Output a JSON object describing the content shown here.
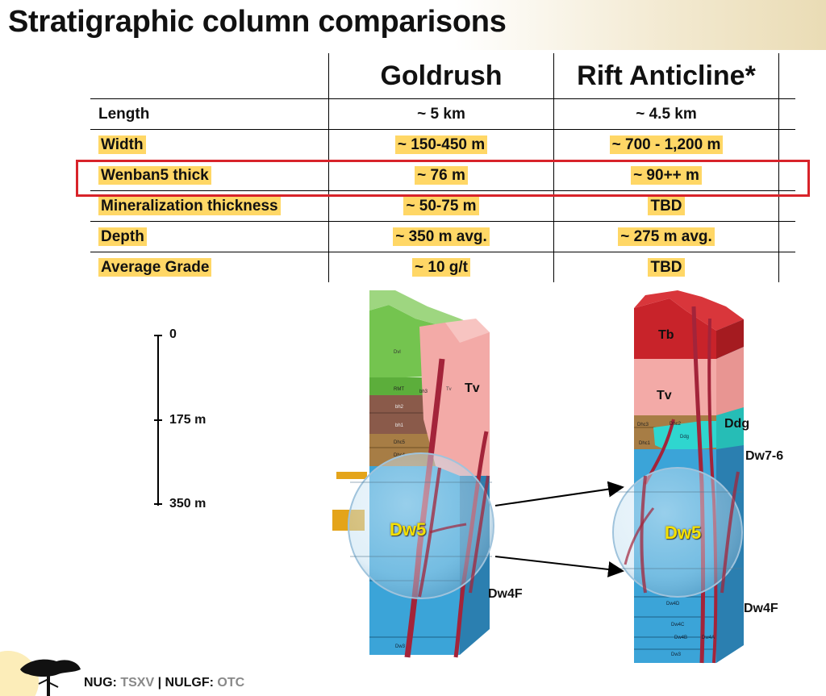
{
  "title": "Stratigraphic column comparisons",
  "table": {
    "headers": [
      "Goldrush",
      "Rift Anticline*"
    ],
    "rows": [
      {
        "label": "Length",
        "goldrush": "~ 5 km",
        "rift": "~ 4.5 km"
      },
      {
        "label": "Width",
        "goldrush": "~ 150-450 m",
        "rift": "~ 700 - 1,200 m"
      },
      {
        "label": "Wenban5 thick",
        "goldrush": "~ 76 m",
        "rift": "~ 90++ m"
      },
      {
        "label": "Mineralization thickness",
        "goldrush": "~ 50-75 m",
        "rift": "TBD"
      },
      {
        "label": "Depth",
        "goldrush": "~ 350 m avg.",
        "rift": "~ 275 m avg."
      },
      {
        "label": "Average Grade",
        "goldrush": "~ 10 g/t",
        "rift": "TBD"
      }
    ]
  },
  "scale": {
    "ticks": [
      "0",
      "175 m",
      "350 m"
    ]
  },
  "goldrush_column": {
    "labels": {
      "tv": "Tv",
      "dw5": "Dw5",
      "dw4f": "Dw4F"
    },
    "small_labels": [
      "Dvl",
      "RMT",
      "bh3",
      "Tv",
      "bh2",
      "bh1",
      "Dhc5",
      "Dhc4",
      "Dw3"
    ]
  },
  "rift_column": {
    "labels": {
      "tb": "Tb",
      "tv": "Tv",
      "ddg": "Ddg",
      "dw76": "Dw7-6",
      "dw5": "Dw5",
      "dw4f": "Dw4F"
    },
    "small_labels": [
      "Dhc3",
      "Dhc2",
      "Dhc1",
      "Ddg",
      "Dw4D",
      "Dw4C",
      "Dw4B",
      "Dw4A",
      "Dw3"
    ]
  },
  "footer": {
    "nug": "NUG:",
    "tsxv": "TSXV",
    "sep": "|",
    "nulgf": "NULGF:",
    "otc": "OTC"
  },
  "colors": {
    "highlight": "#ffd766",
    "redbox": "#d8232a",
    "dw": "#3aa3d6",
    "tv": "#f2a9a6",
    "tb": "#c62026",
    "dvl": "#6cc04a"
  }
}
